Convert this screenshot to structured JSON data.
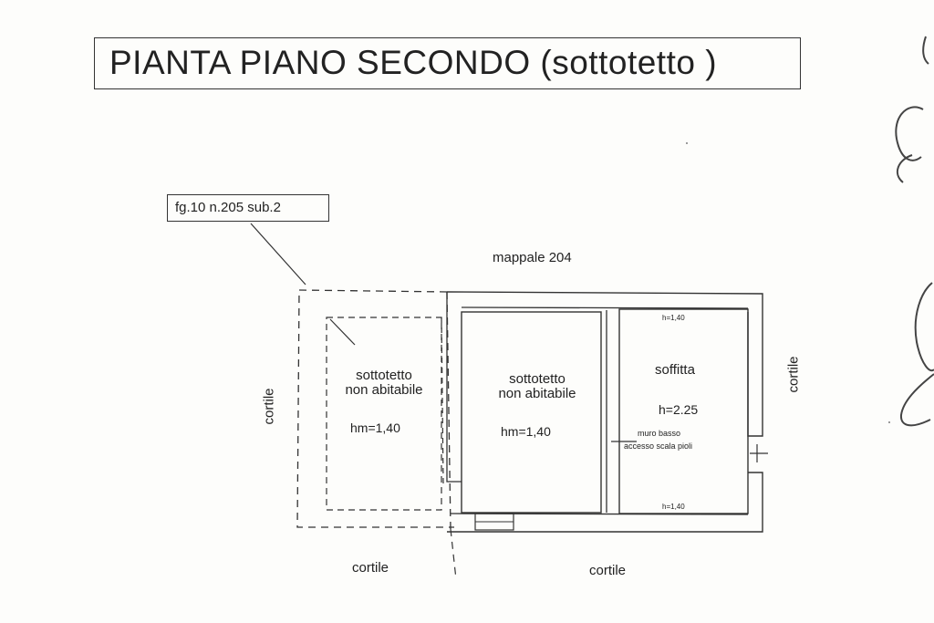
{
  "title": "PIANTA PIANO SECONDO (sottotetto )",
  "reference": "fg.10  n.205 sub.2",
  "labels": {
    "mappale": "mappale 204",
    "cortile_left": "cortile",
    "cortile_right": "cortile",
    "cortile_bottom_left": "cortile",
    "cortile_bottom_right": "cortile"
  },
  "rooms": {
    "room1": {
      "name_line1": "sottotetto",
      "name_line2": "non abitabile",
      "height": "hm=1,40"
    },
    "room2": {
      "name_line1": "sottotetto",
      "name_line2": "non abitabile",
      "height": "hm=1,40"
    },
    "room3": {
      "name": "soffitta",
      "height": "h=2.25",
      "note_line1": "muro basso",
      "note_line2": "accesso scala pioli",
      "height_top": "h=1,40",
      "height_bottom": "h=1,40"
    }
  },
  "colors": {
    "ink": "#222222",
    "paper": "#fdfdfb"
  }
}
